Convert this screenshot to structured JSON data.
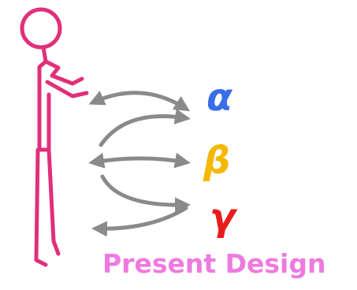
{
  "diagram": {
    "labels": {
      "alpha": "α",
      "beta": "β",
      "gamma": "γ"
    },
    "caption": "Present Design"
  },
  "colors": {
    "figure": "#e0307a",
    "arrows": "#8a8a8a",
    "alpha": "#3a6ee8",
    "beta": "#f5b800",
    "gamma": "#e81c1c",
    "caption": "#ee7ae0"
  }
}
